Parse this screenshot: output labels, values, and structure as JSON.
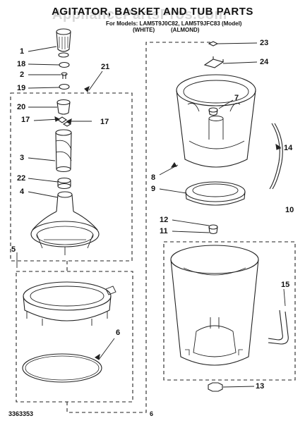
{
  "header": {
    "title": "AGITATOR, BASKET AND TUB PARTS",
    "model_line": "For Models: LAM5T9J0C82, LAM5T9JFC83 (Model)",
    "variant_white": "(WHITE)",
    "variant_almond": "(ALMOND)",
    "watermark": "AppliancePartsPros.com"
  },
  "callouts": [
    "1",
    "18",
    "2",
    "19",
    "21",
    "20",
    "17",
    "17",
    "3",
    "22",
    "4",
    "5",
    "6",
    "23",
    "24",
    "7",
    "8",
    "9",
    "14",
    "12",
    "11",
    "15",
    "10",
    "13"
  ],
  "footer": {
    "part_number": "3363353",
    "page_number": "6"
  }
}
